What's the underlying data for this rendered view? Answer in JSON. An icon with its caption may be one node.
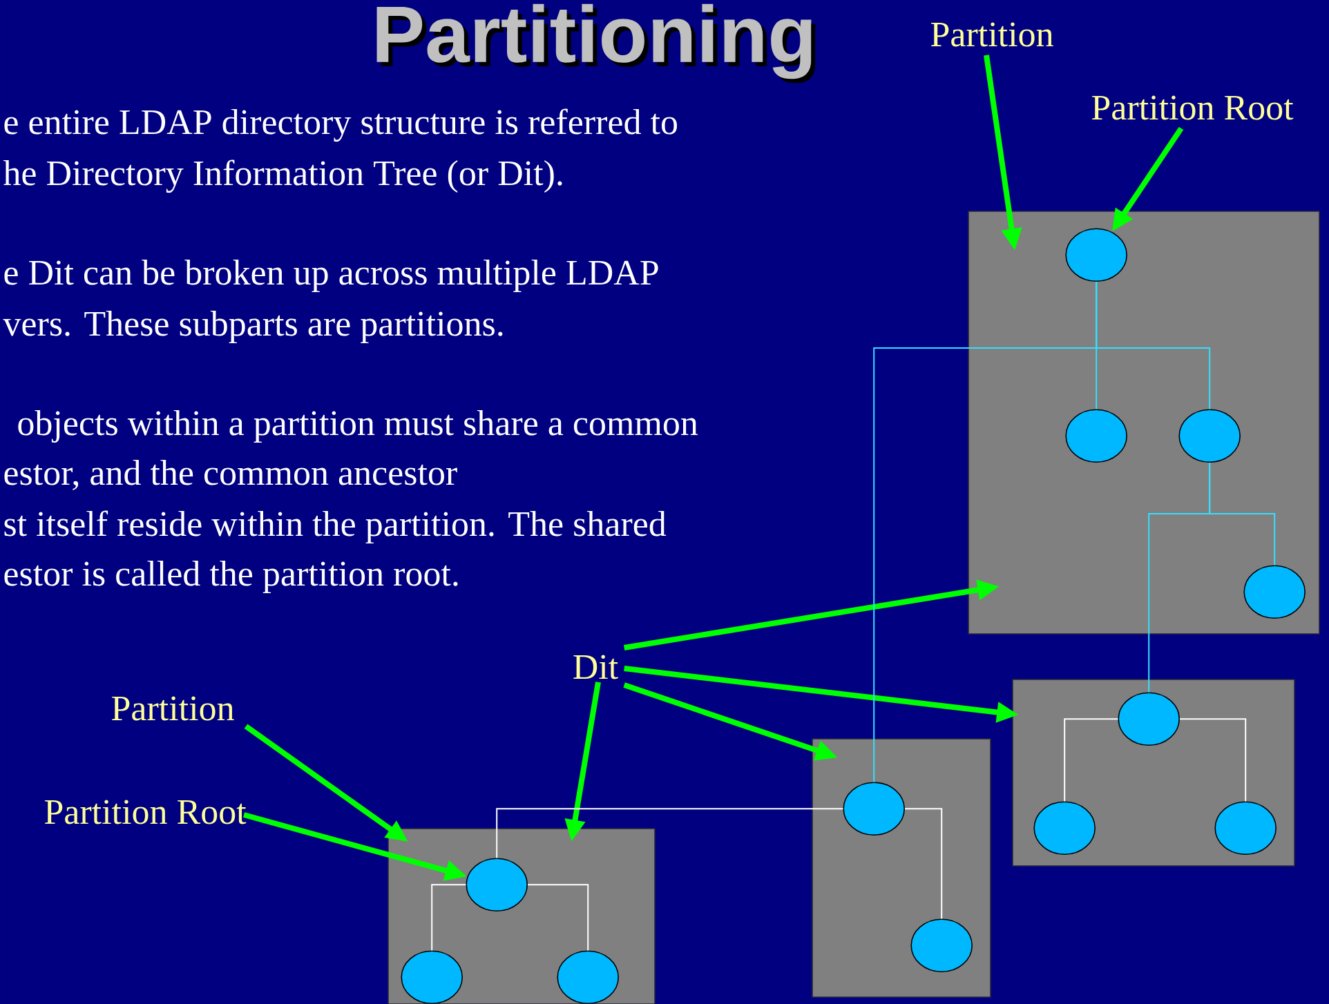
{
  "diagram": {
    "title": "Partitioning",
    "nodes": [
      {
        "text": [
          "Partition"
        ]
      },
      {
        "text": [
          "Partition Root"
        ]
      },
      {
        "text": [],
        "shape": "box"
      },
      {
        "text": [],
        "shape": "circle",
        "in": 2
      },
      {
        "text": [],
        "shape": "circle",
        "in": 2
      },
      {
        "text": [],
        "shape": "circle",
        "in": 2
      },
      {
        "text": [],
        "shape": "circle",
        "in": 2
      },
      {
        "text": [
          "Dit"
        ]
      },
      {
        "text": [],
        "shape": "box"
      },
      {
        "text": [],
        "shape": "circle",
        "in": 8
      },
      {
        "text": [],
        "shape": "circle",
        "in": 8
      },
      {
        "text": [],
        "shape": "circle",
        "in": 8
      },
      {
        "text": [
          "Partition"
        ]
      },
      {
        "text": [],
        "shape": "box"
      },
      {
        "text": [],
        "shape": "circle",
        "in": 13
      },
      {
        "text": [],
        "shape": "circle",
        "in": 13
      },
      {
        "text": [
          "Partition Root"
        ]
      },
      {
        "text": [],
        "shape": "box"
      },
      {
        "text": [],
        "shape": "circle",
        "in": 17
      },
      {
        "text": [],
        "shape": "circle",
        "in": 17
      },
      {
        "text": [],
        "shape": "circle",
        "in": 17
      }
    ],
    "edges": [
      {
        "from": 0,
        "to": 2,
        "arrow": "to",
        "style": "thick",
        "color": "#00ff00"
      },
      {
        "from": 1,
        "to": 3,
        "arrow": "to",
        "style": "thick",
        "color": "#00ff00"
      },
      {
        "from": 7,
        "to": 2,
        "arrow": "to",
        "style": "thick",
        "color": "#00ff00"
      },
      {
        "from": 7,
        "to": 8,
        "arrow": "to",
        "style": "thick",
        "color": "#00ff00"
      },
      {
        "from": 7,
        "to": 13,
        "arrow": "to",
        "style": "thick",
        "color": "#00ff00"
      },
      {
        "from": 7,
        "to": 17,
        "arrow": "to",
        "style": "thick",
        "color": "#00ff00"
      },
      {
        "from": 12,
        "to": 17,
        "arrow": "to",
        "style": "thick",
        "color": "#00ff00"
      },
      {
        "from": 16,
        "to": 18,
        "arrow": "to",
        "style": "thick",
        "color": "#00ff00"
      },
      {
        "from": 3,
        "to": 4,
        "arrow": "none",
        "color": "#33e0ff"
      },
      {
        "from": 3,
        "to": 5,
        "arrow": "none",
        "color": "#33e0ff"
      },
      {
        "from": 3,
        "to": 14,
        "arrow": "none",
        "color": "#33e0ff"
      },
      {
        "from": 5,
        "to": 6,
        "arrow": "none",
        "color": "#33e0ff"
      },
      {
        "from": 5,
        "to": 9,
        "arrow": "none",
        "color": "#33e0ff"
      },
      {
        "from": 9,
        "to": 10,
        "arrow": "none",
        "color": "#ffffff"
      },
      {
        "from": 9,
        "to": 11,
        "arrow": "none",
        "color": "#ffffff"
      },
      {
        "from": 14,
        "to": 15,
        "arrow": "none",
        "color": "#ffffff"
      },
      {
        "from": 14,
        "to": 18,
        "arrow": "none",
        "color": "#ffffff"
      },
      {
        "from": 18,
        "to": 19,
        "arrow": "none",
        "color": "#ffffff"
      },
      {
        "from": 18,
        "to": 20,
        "arrow": "none",
        "color": "#ffffff"
      }
    ],
    "labels": [
      "e entire LDAP directory structure is referred to",
      "he Directory Information Tree (or Dit).",
      "e Dit can be broken up across multiple LDAP",
      "vers.  These subparts are partitions.",
      "objects within a partition must share a common",
      "estor,  and the common ancestor",
      "st itself reside within the partition.  The shared",
      "estor is called the partition root."
    ]
  }
}
